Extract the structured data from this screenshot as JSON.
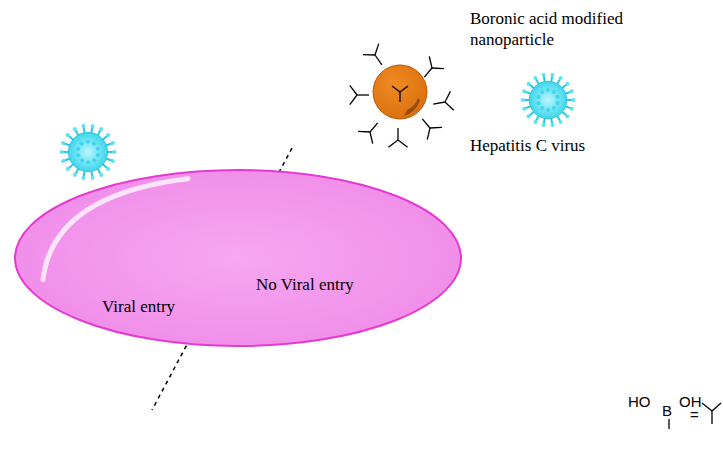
{
  "diagram": {
    "nodes": [
      {
        "text": [
          "Viral entry",
          "No Viral entry"
        ]
      }
    ],
    "labels": [
      "Boronic acid modified nanoparticle",
      "Hepatitis C virus",
      "HO",
      "B",
      "OH",
      "="
    ]
  }
}
